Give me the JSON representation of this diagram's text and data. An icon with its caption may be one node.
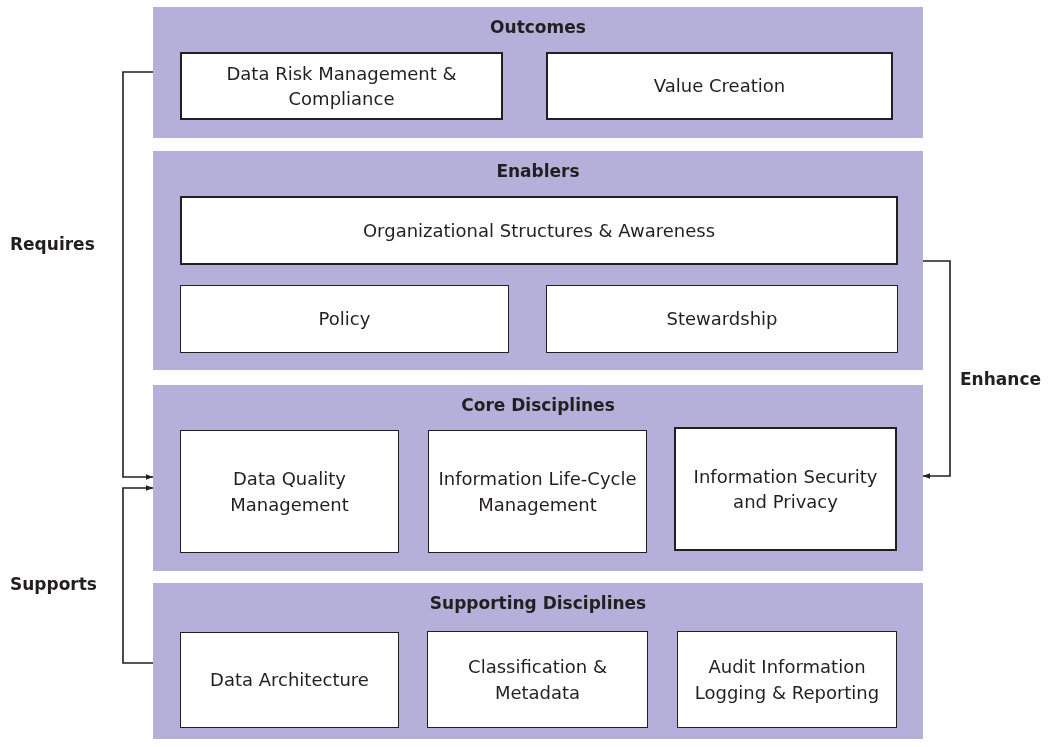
{
  "diagram": {
    "nodes": [
      {
        "text": [
          "Outcomes"
        ]
      },
      {
        "text": [
          "Data Risk Management & Compliance"
        ],
        "in": 0
      },
      {
        "text": [
          "Value Creation"
        ],
        "in": 0
      },
      {
        "text": [
          "Enablers"
        ]
      },
      {
        "text": [
          "Organizational Structures & Awareness"
        ],
        "in": 3
      },
      {
        "text": [
          "Policy"
        ],
        "in": 3
      },
      {
        "text": [
          "Stewardship"
        ],
        "in": 3
      },
      {
        "text": [
          "Core Disciplines"
        ]
      },
      {
        "text": [
          "Data Quality Management"
        ],
        "in": 7
      },
      {
        "text": [
          "Information Life-Cycle Management"
        ],
        "in": 7
      },
      {
        "text": [
          "Information Security and Privacy"
        ],
        "in": 7
      },
      {
        "text": [
          "Supporting Disciplines"
        ]
      },
      {
        "text": [
          "Data Architecture"
        ],
        "in": 11
      },
      {
        "text": [
          "Classification & Metadata"
        ],
        "in": 11
      },
      {
        "text": [
          "Audit Information Logging & Reporting"
        ],
        "in": 11
      }
    ],
    "edges": [
      {
        "from": 0,
        "to": 7,
        "arrow": "to",
        "label": "Requires"
      },
      {
        "from": 11,
        "to": 7,
        "arrow": "to",
        "label": "Supports"
      },
      {
        "from": 3,
        "to": 7,
        "arrow": "to",
        "label": "Enhance"
      }
    ]
  }
}
